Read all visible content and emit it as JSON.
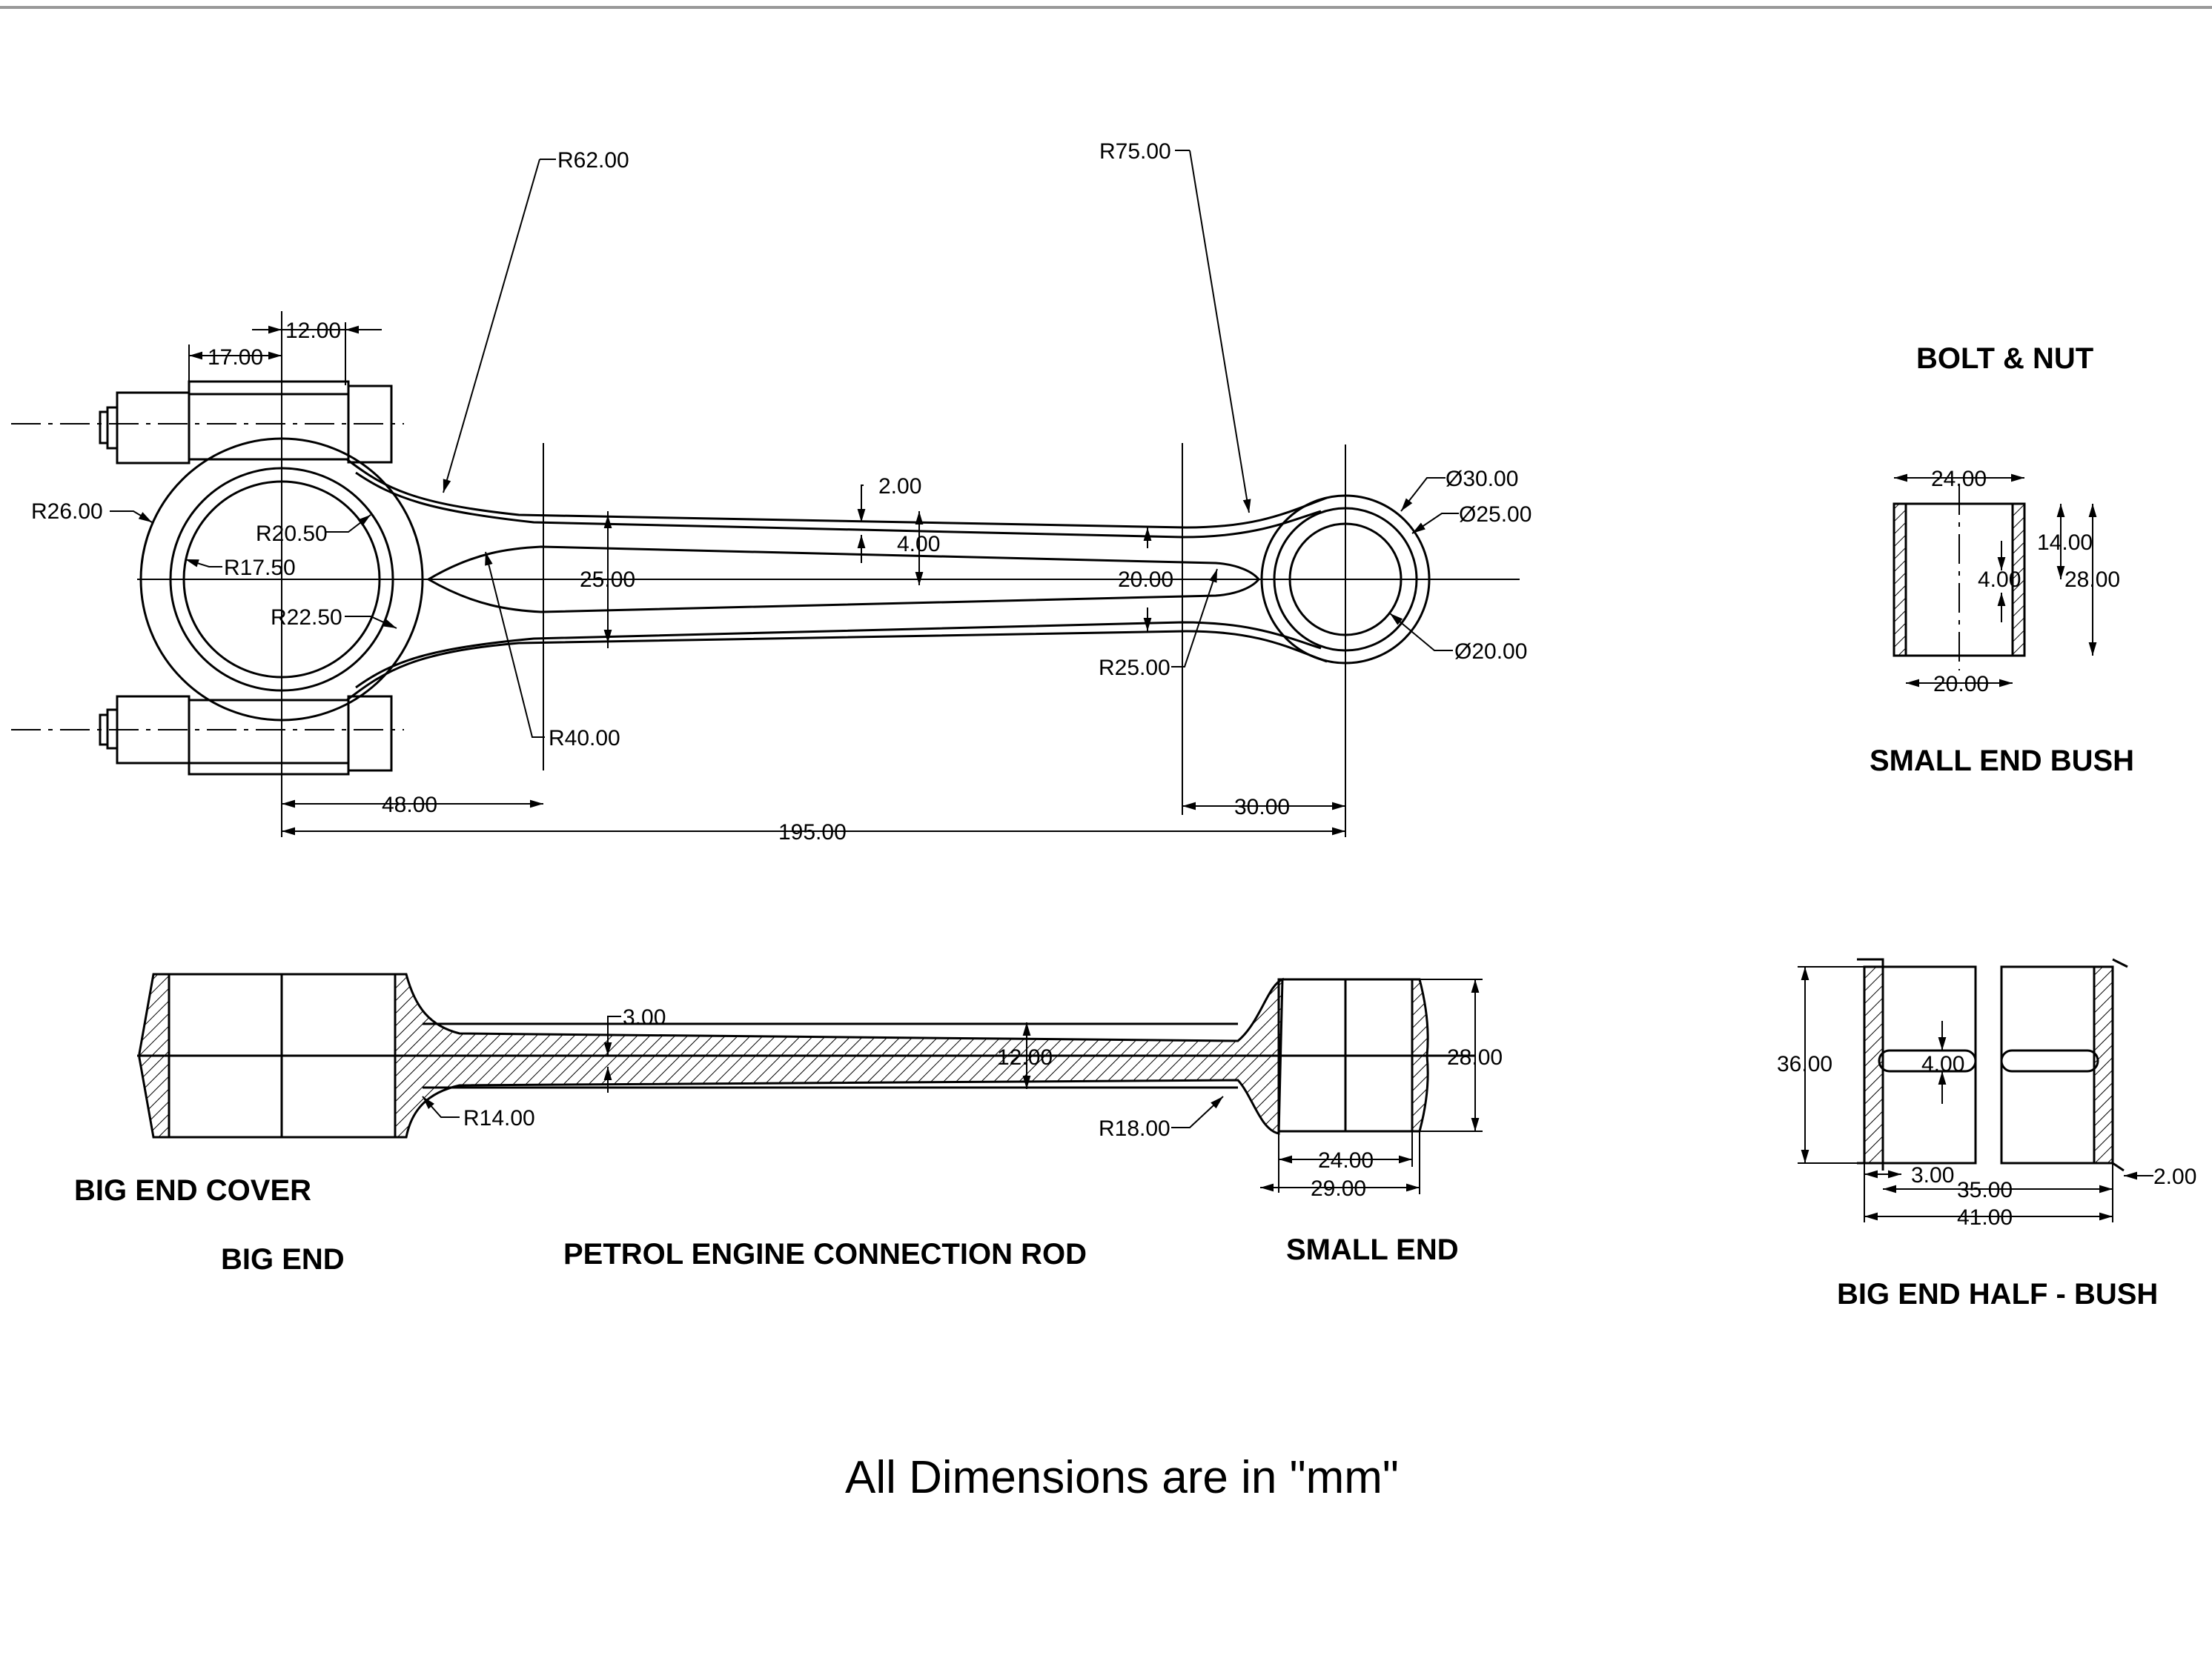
{
  "titles": {
    "bolt_nut": "BOLT & NUT",
    "small_end_bush": "SMALL END BUSH",
    "big_end_cover": "BIG END COVER",
    "big_end": "BIG END",
    "main": "PETROL ENGINE CONNECTION ROD",
    "small_end": "SMALL END",
    "big_end_half_bush": "BIG END HALF - BUSH"
  },
  "note": "All Dimensions are in \"mm\"",
  "dims": {
    "r62": "R62.00",
    "r75": "R75.00",
    "d12": "12.00",
    "d17": "17.00",
    "r26": "R26.00",
    "r20_5": "R20.50",
    "r17_5": "R17.50",
    "r22_5": "R22.50",
    "d2": "2.00",
    "d4": "4.00",
    "d25": "25.00",
    "d20": "20.00",
    "phi30": "Ø30.00",
    "phi25": "Ø25.00",
    "phi20": "Ø20.00",
    "r25": "R25.00",
    "r40": "R40.00",
    "d48": "48.00",
    "d195": "195.00",
    "d30": "30.00",
    "d3": "3.00",
    "d12b": "12.00",
    "d28": "28.00",
    "r14": "R14.00",
    "r18": "R18.00",
    "d24": "24.00",
    "d29": "29.00",
    "bush_24": "24.00",
    "bush_14": "14.00",
    "bush_4": "4.00",
    "bush_28": "28.00",
    "bush_20": "20.00",
    "hb_36": "36.00",
    "hb_4": "4.00",
    "hb_3": "3.00",
    "hb_35": "35.00",
    "hb_41": "41.00",
    "hb_2": "2.00"
  }
}
